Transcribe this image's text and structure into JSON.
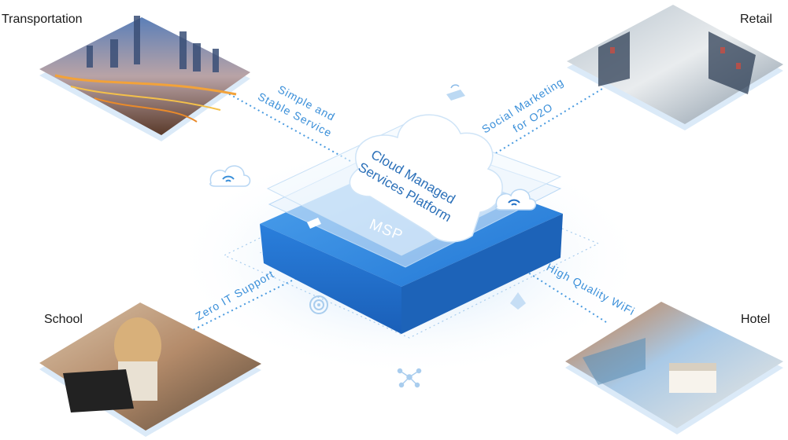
{
  "scenes": {
    "transportation": "Transportation",
    "retail": "Retail",
    "school": "School",
    "hotel": "Hotel"
  },
  "links": {
    "transportation_line1": "Simple and",
    "transportation_line2": "Stable Service",
    "retail_line1": "Social Marketing",
    "retail_line2": "for O2O",
    "school": "Zero IT Support",
    "hotel": "High Quality WiFi"
  },
  "center": {
    "cloud_line1": "Cloud Managed",
    "cloud_line2": "Services Platform",
    "platform": "MSP"
  },
  "colors": {
    "accent": "#3a8fd9",
    "platform_blue": "#2f86e0",
    "shadow_blue": "#dbeaf8"
  },
  "icons": [
    "wifi-cloud-icon",
    "router-icon",
    "target-icon",
    "building-icon",
    "network-nodes-icon"
  ]
}
